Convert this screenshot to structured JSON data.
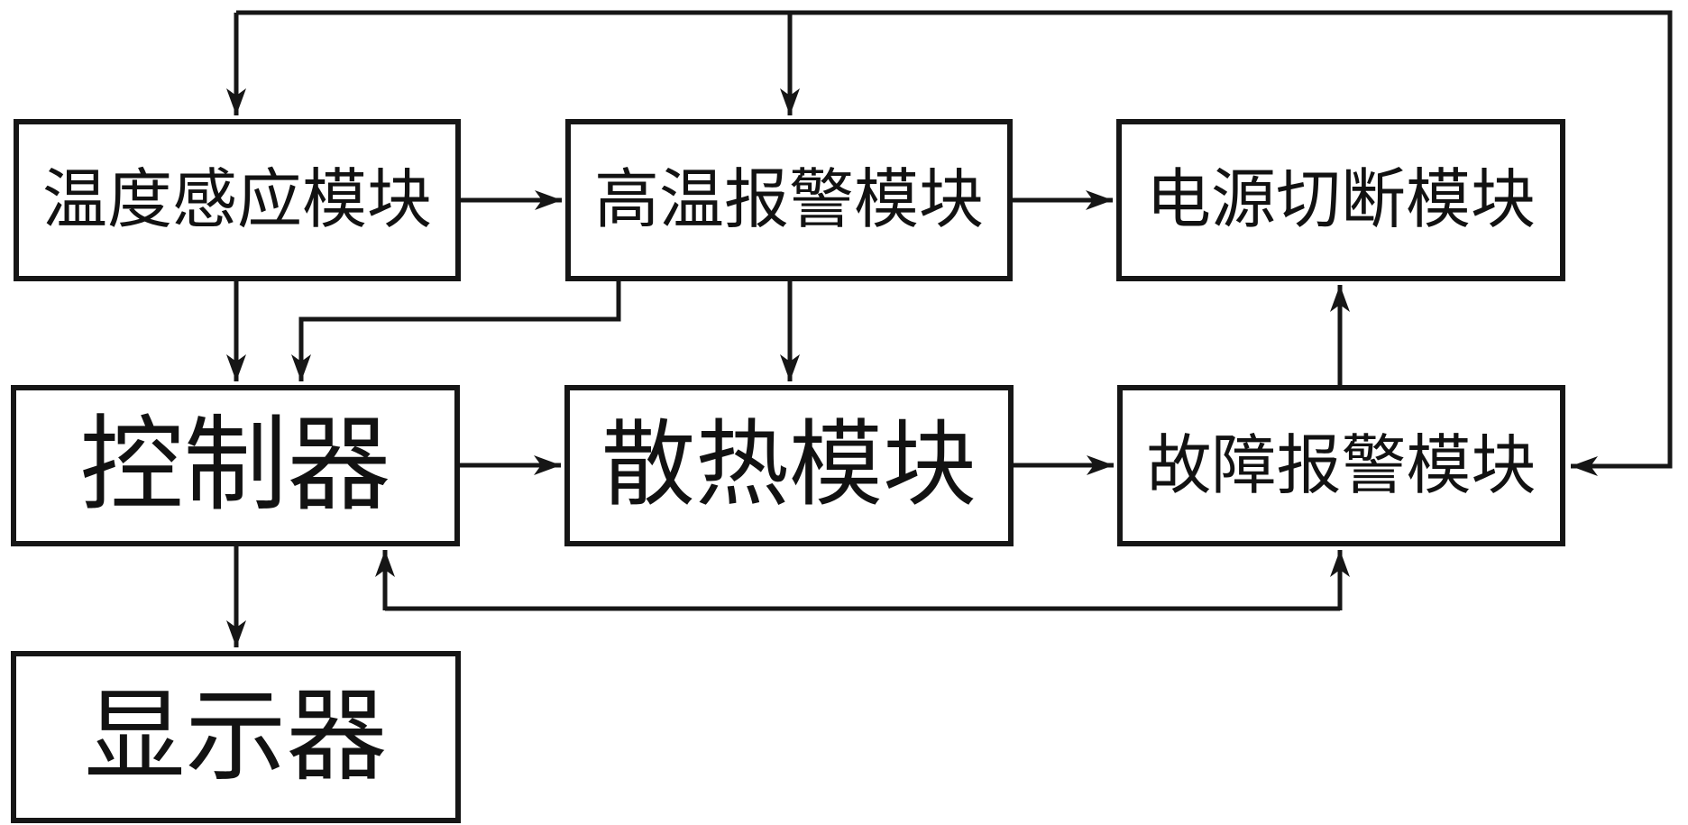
{
  "diagram": {
    "background_color": "#ffffff",
    "line_color": "#161616",
    "nodes": [
      {
        "id": "temperature-sensing",
        "label": "温度感应模块"
      },
      {
        "id": "high-temp-alarm",
        "label": "高温报警模块"
      },
      {
        "id": "power-cutoff",
        "label": "电源切断模块"
      },
      {
        "id": "controller",
        "label": "控制器"
      },
      {
        "id": "heat-dissipation",
        "label": "散热模块"
      },
      {
        "id": "fault-alarm",
        "label": "故障报警模块"
      },
      {
        "id": "display",
        "label": "显示器"
      }
    ],
    "edges": [
      {
        "from": "temperature-sensing",
        "to": "high-temp-alarm",
        "route": "straight-right"
      },
      {
        "from": "high-temp-alarm",
        "to": "power-cutoff",
        "route": "straight-right"
      },
      {
        "from": "temperature-sensing",
        "to": "controller",
        "route": "straight-down"
      },
      {
        "from": "high-temp-alarm",
        "to": "controller",
        "route": "elbow-down-left-down"
      },
      {
        "from": "high-temp-alarm",
        "to": "heat-dissipation",
        "route": "straight-down"
      },
      {
        "from": "controller",
        "to": "heat-dissipation",
        "route": "straight-right"
      },
      {
        "from": "heat-dissipation",
        "to": "fault-alarm",
        "route": "straight-right"
      },
      {
        "from": "fault-alarm",
        "to": "power-cutoff",
        "route": "straight-up"
      },
      {
        "from": "controller",
        "to": "display",
        "route": "straight-down"
      },
      {
        "type": "bus",
        "route": "top-and-right-rail",
        "arrows_into": [
          "temperature-sensing",
          "high-temp-alarm",
          "fault-alarm"
        ]
      },
      {
        "type": "bus",
        "route": "bottom-rail",
        "arrows_into": [
          "controller",
          "fault-alarm"
        ]
      }
    ]
  }
}
